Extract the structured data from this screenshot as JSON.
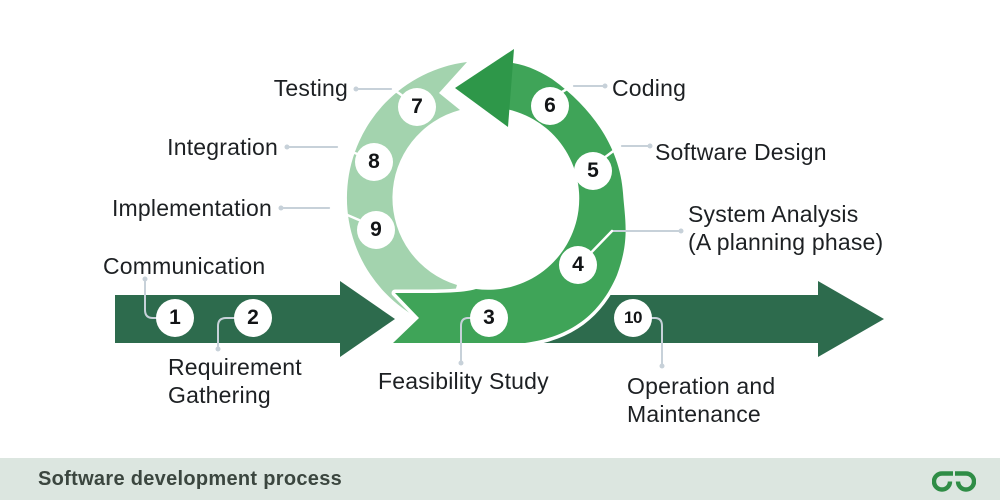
{
  "footer": {
    "title": "Software development process",
    "logo": "geeksforgeeks-logo"
  },
  "colors": {
    "dark_green": "#2d6b4d",
    "medium_green": "#3fa458",
    "arrowhead_green": "#2e9749",
    "light_green": "#a3d3ae",
    "leader_gray": "#c7d1d9",
    "label_text": "#1d2023",
    "footer_bg": "#dce6e0",
    "footer_text": "#3b463f",
    "logo_green": "#2f8d46",
    "number_circle_bg": "#ffffff",
    "number_text": "#121416"
  },
  "diagram": {
    "kind": "cyclic-process-diagram",
    "steps": [
      {
        "num": "1",
        "label": "Communication"
      },
      {
        "num": "2",
        "label": "Requirement\nGathering"
      },
      {
        "num": "3",
        "label": "Feasibility Study"
      },
      {
        "num": "4",
        "label": "System Analysis\n(A planning phase)"
      },
      {
        "num": "5",
        "label": "Software Design"
      },
      {
        "num": "6",
        "label": "Coding"
      },
      {
        "num": "7",
        "label": "Testing"
      },
      {
        "num": "8",
        "label": "Integration"
      },
      {
        "num": "9",
        "label": "Implementation"
      },
      {
        "num": "10",
        "label": "Operation and\nMaintenance"
      }
    ]
  }
}
